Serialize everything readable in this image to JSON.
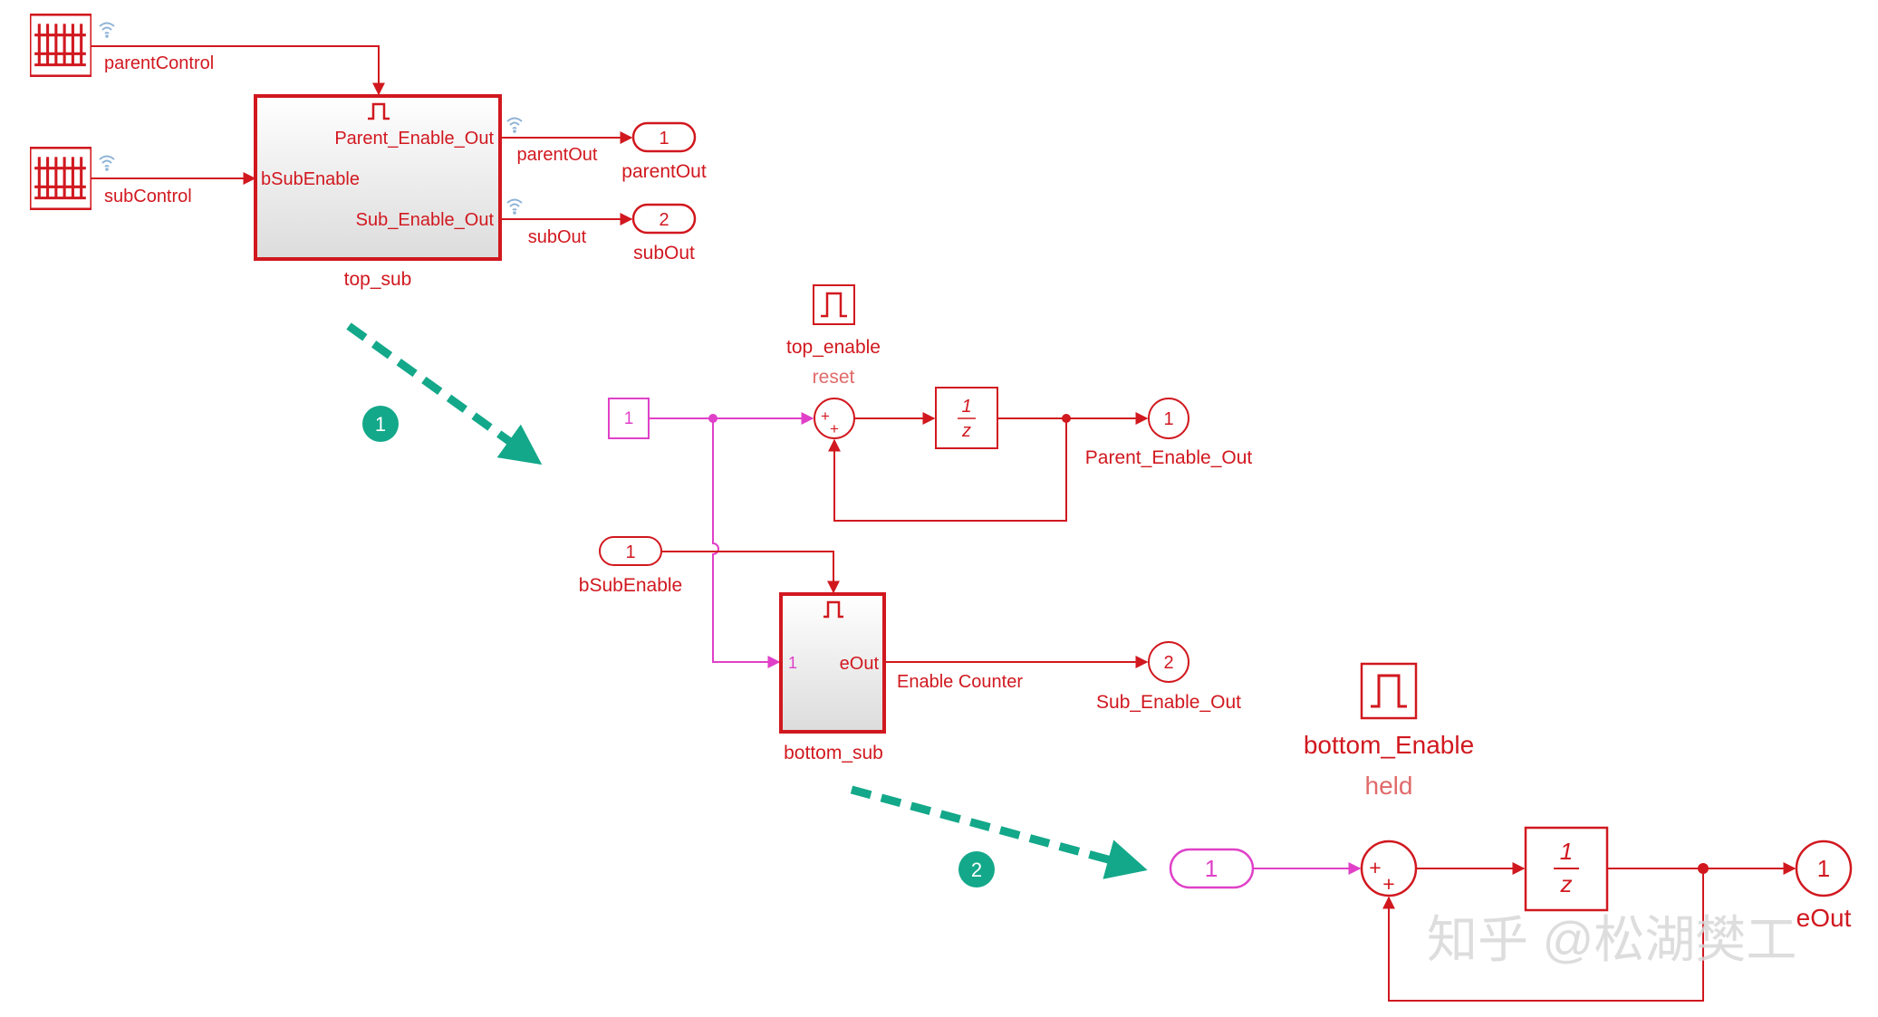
{
  "colors": {
    "block": "#d1181f",
    "signal": "#d1181f",
    "inport": "#e040c8",
    "arrow": "#13a88a",
    "badge": "#13a88a",
    "watermark": "#d7d7d7"
  },
  "top_level": {
    "signal_parent": "parentControl",
    "signal_sub": "subControl",
    "subsystem_name": "top_sub",
    "port_parent_out": "Parent_Enable_Out",
    "port_sub_enable": "bSubEnable",
    "port_sub_out": "Sub_Enable_Out",
    "signal_parent_out": "parentOut",
    "signal_sub_out": "subOut",
    "outport1_num": "1",
    "outport1_name": "parentOut",
    "outport2_num": "2",
    "outport2_name": "subOut"
  },
  "step_badges": [
    "1",
    "2"
  ],
  "top_sub_inner": {
    "enable_name": "top_enable",
    "enable_state": "reset",
    "const_value": "1",
    "sum_signs": [
      "+",
      "+"
    ],
    "delay_num": "1",
    "delay_den": "z",
    "out1_num": "1",
    "out1_name": "Parent_Enable_Out",
    "in_num": "1",
    "in_name": "bSubEnable",
    "bottom_name": "bottom_sub",
    "bottom_in_port": "1",
    "bottom_out_port": "eOut",
    "signal_enable_counter": "Enable Counter",
    "out2_num": "2",
    "out2_name": "Sub_Enable_Out"
  },
  "bottom_sub_inner": {
    "enable_name": "bottom_Enable",
    "enable_state": "held",
    "in_num": "1",
    "sum_signs": [
      "+",
      "+"
    ],
    "delay_num": "1",
    "delay_den": "z",
    "out_num": "1",
    "out_name": "eOut"
  },
  "watermark": "知乎 @松湖樊工"
}
